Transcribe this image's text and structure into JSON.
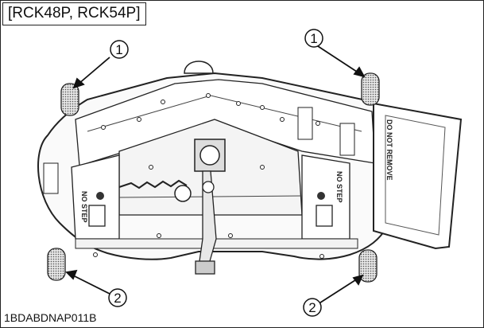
{
  "figure": {
    "model_label": "[RCK48P, RCK54P]",
    "figure_code": "1BDABDNAP011B"
  },
  "callouts": {
    "top_left": "1",
    "top_right": "1",
    "bottom_left": "2",
    "bottom_right": "2"
  },
  "deck_labels": {
    "no_step_left": "NO STEP",
    "no_step_right": "NO STEP",
    "do_not_remove": "DO NOT REMOVE"
  },
  "colors": {
    "line": "#222222",
    "wheel_fill": "#bdbdbd",
    "background": "#ffffff"
  }
}
